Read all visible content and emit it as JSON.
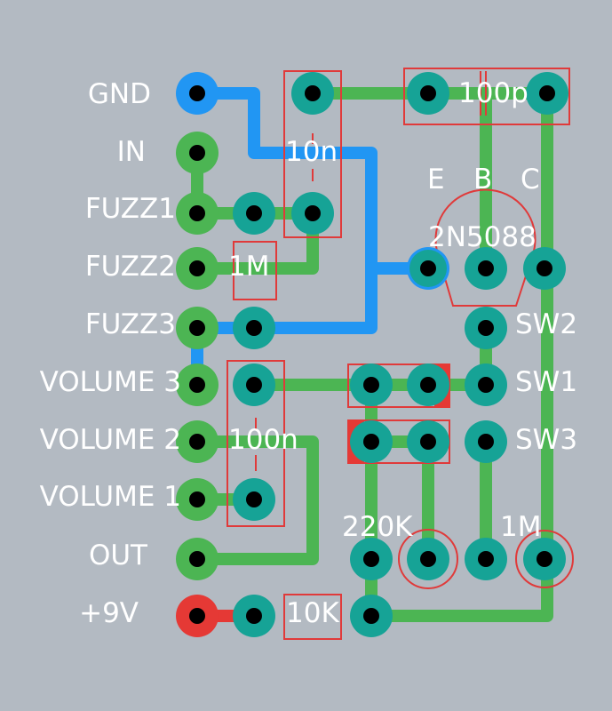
{
  "connector_labels": [
    "GND",
    "IN",
    "FUZZ1",
    "FUZZ2",
    "FUZZ3",
    "VOLUME 3",
    "VOLUME 2",
    "VOLUME 1",
    "OUT",
    "+9V"
  ],
  "switch_labels": [
    "SW2",
    "SW1",
    "SW3"
  ],
  "transistor": {
    "name": "2N5088",
    "pins": [
      "E",
      "B",
      "C"
    ]
  },
  "components": {
    "cap_10n": "10n",
    "cap_100p": "100p",
    "cap_100n": "100n",
    "res_1m_left": "1M",
    "res_1m_right": "1M",
    "res_220k": "220K",
    "res_10k": "10K"
  },
  "colors": {
    "background": "#b3bac2",
    "trace_green": "#4cb553",
    "trace_blue": "#2196f3",
    "pad_teal": "#16a396",
    "outline_red": "#e03a3a",
    "power_red": "#e53935"
  }
}
